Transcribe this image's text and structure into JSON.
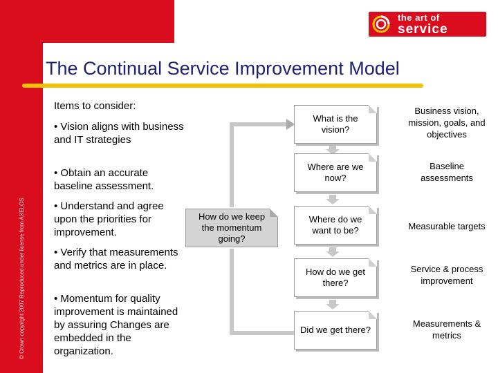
{
  "logo": {
    "line1": "the art of",
    "line2": "service"
  },
  "copyright": "© Crown copyright 2007 Reproduced under license from AXELOS",
  "title": "The Continual Service Improvement Model",
  "items_heading": "Items to consider:",
  "bullets": [
    "• Vision aligns with business and IT strategies",
    "• Obtain an accurate baseline assessment.",
    "• Understand and agree upon the priorities for improvement.",
    "• Verify that measurements and metrics are in place.",
    "• Momentum for quality improvement is maintained by assuring Changes are embedded in the organization."
  ],
  "momentum": "How do we keep the momentum going?",
  "questions": [
    "What is the vision?",
    "Where are we now?",
    "Where do we want to be?",
    "How do we get there?",
    "Did we get there?"
  ],
  "answers": [
    "Business vision, mission, goals, and objectives",
    "Baseline assessments",
    "Measurable targets",
    "Service & process improvement",
    "Measurements & metrics"
  ],
  "colors": {
    "brand_red": "#d90d1e",
    "title_blue": "#202070",
    "accent_yellow": "#f2c200"
  }
}
